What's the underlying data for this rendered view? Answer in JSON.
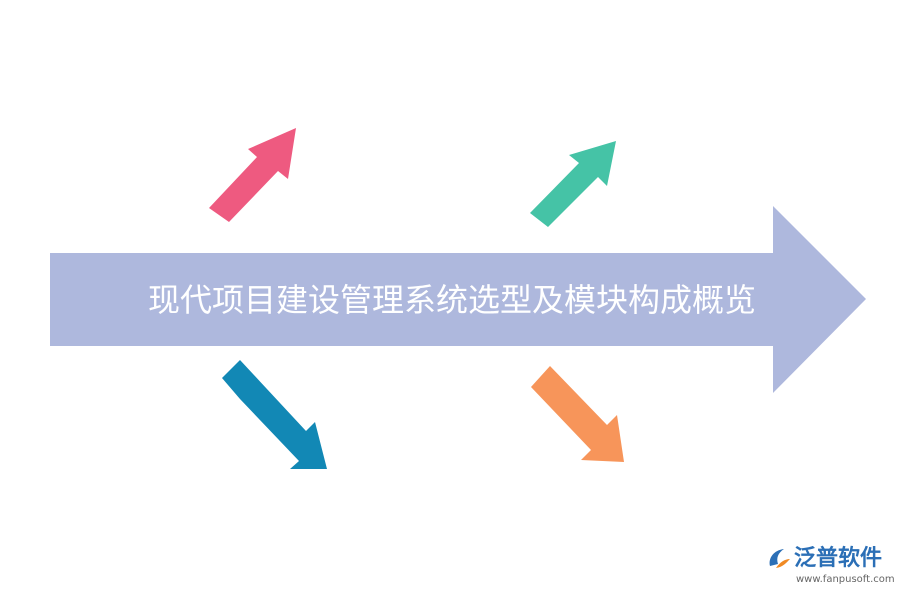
{
  "diagram": {
    "title": "现代项目建设管理系统选型及模块构成概览",
    "colors": {
      "main_arrow": "#aeb8dd",
      "title_text": "#ffffff",
      "arrow_upper_left": "#ee5a80",
      "arrow_upper_right": "#45c3a6",
      "arrow_lower_left": "#1288b5",
      "arrow_lower_right": "#f7955a"
    }
  },
  "logo": {
    "name": "泛普软件",
    "url": "www.fanpusoft.com",
    "colors": {
      "name": "#2b6fb6",
      "url": "#666666",
      "mark_primary": "#2b6fb6",
      "mark_accent": "#f08a24"
    }
  }
}
